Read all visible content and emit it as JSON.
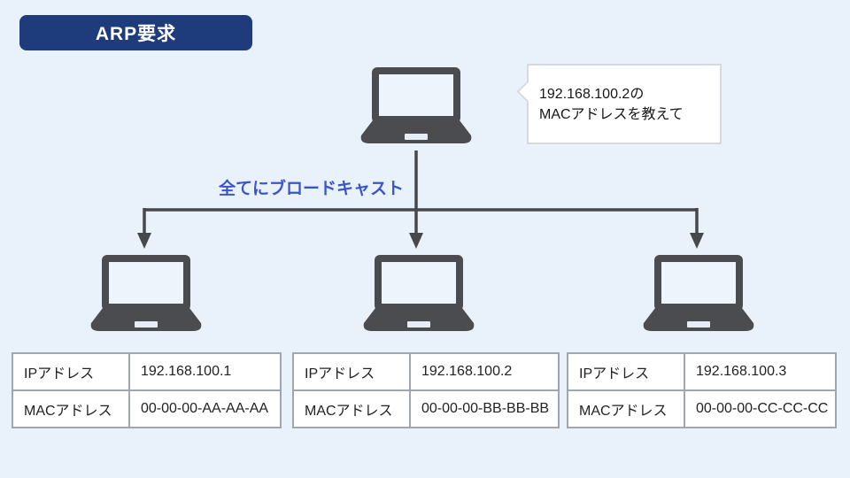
{
  "page": {
    "background": "#e9f1fb"
  },
  "header": {
    "title": "ARP要求"
  },
  "speech_bubble": {
    "line1": "192.168.100.2の",
    "line2": "MACアドレスを教えて"
  },
  "broadcast": {
    "label": "全てにブロードキャスト"
  },
  "icons": {
    "laptop": "laptop-icon"
  },
  "colors": {
    "page_bg": "#e9f1fb",
    "title_bg": "#1e3c7b",
    "broadcast_text": "#3a55cc",
    "device": "#4a4c4f",
    "arrow": "#47484b",
    "table_border": "#a0a6ad",
    "bubble_border": "#d6dade"
  },
  "hosts": [
    {
      "rows": [
        {
          "label": "IPアドレス",
          "value": "192.168.100.1"
        },
        {
          "label": "MACアドレス",
          "value": "00-00-00-AA-AA-AA"
        }
      ]
    },
    {
      "rows": [
        {
          "label": "IPアドレス",
          "value": "192.168.100.2"
        },
        {
          "label": "MACアドレス",
          "value": "00-00-00-BB-BB-BB"
        }
      ]
    },
    {
      "rows": [
        {
          "label": "IPアドレス",
          "value": "192.168.100.3"
        },
        {
          "label": "MACアドレス",
          "value": "00-00-00-CC-CC-CC"
        }
      ]
    }
  ]
}
